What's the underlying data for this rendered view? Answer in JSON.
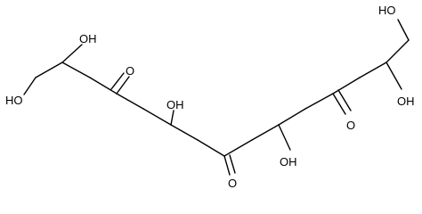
{
  "labels": {
    "ho_left_end": "HO",
    "oh_c2": "OH",
    "o_c4": "O",
    "oh_c6": "OH",
    "o_c8": "O",
    "oh_c10": "OH",
    "o_c12": "O",
    "oh_c14": "OH",
    "oh_right_end": "HO"
  },
  "colors": {
    "bonds": "#000000",
    "text": "#000000",
    "background": "#ffffff"
  }
}
